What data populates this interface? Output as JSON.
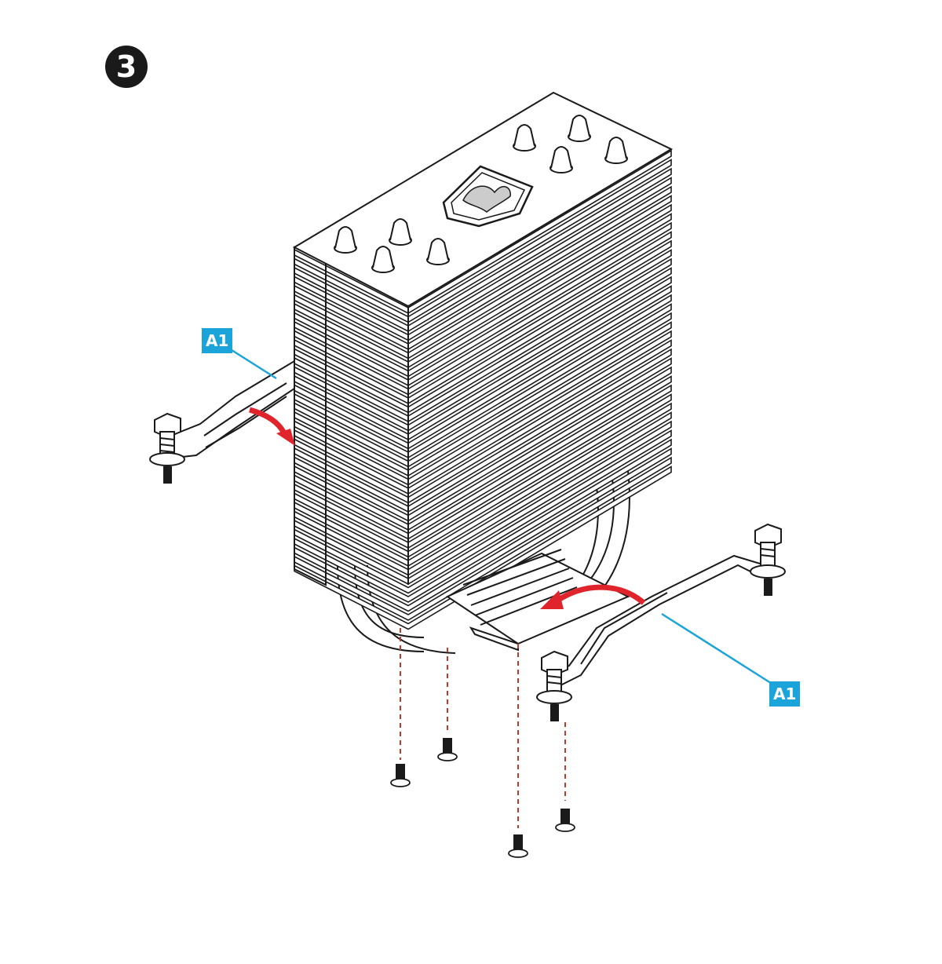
{
  "step": {
    "number": "3"
  },
  "callouts": [
    {
      "id": "left",
      "text": "A1"
    },
    {
      "id": "right",
      "text": "A1"
    }
  ],
  "colors": {
    "line": "#1a1a1a",
    "callout": "#1aa4d9",
    "arrow": "#e0242b",
    "guide": "#c0392b",
    "badge": "#1a1a1a"
  },
  "icons": {
    "step_badge": "circled-number",
    "rotate_arrow": "curved-arrow",
    "screw": "screw-icon",
    "logo": "dragon-shield-logo"
  }
}
